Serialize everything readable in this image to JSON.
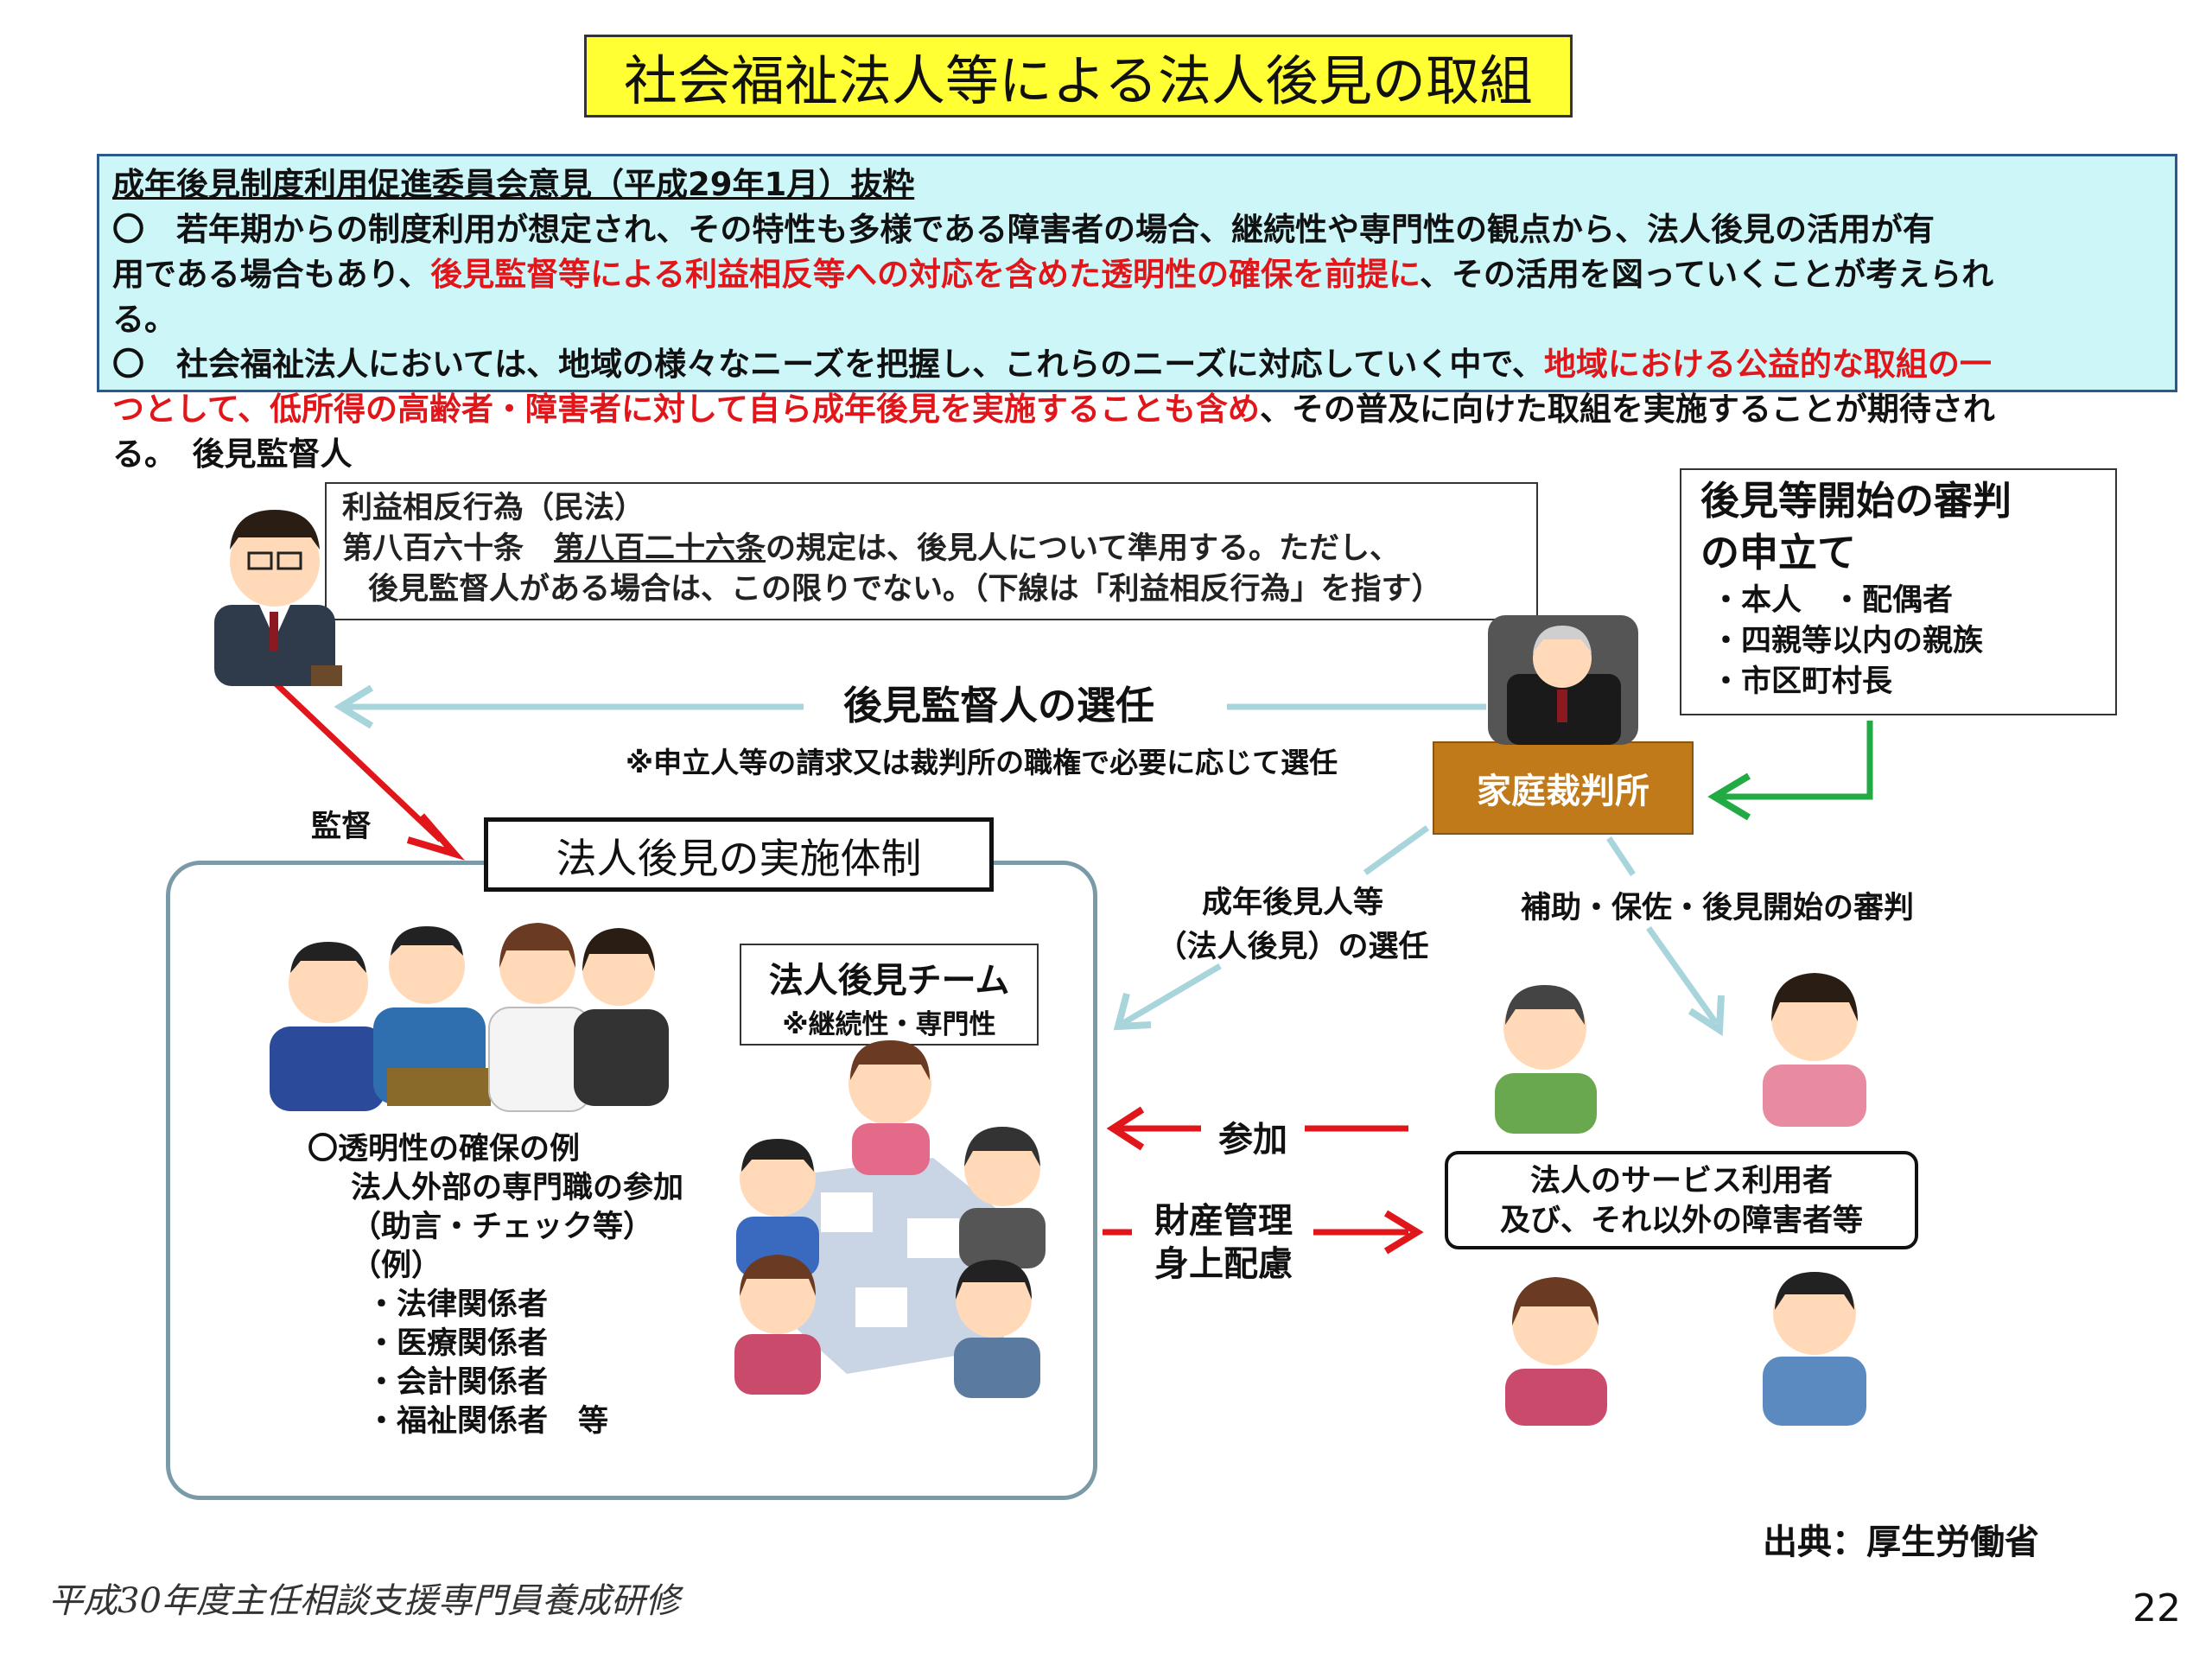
{
  "title": "社会福祉法人等による法人後見の取組",
  "opinion": {
    "heading": "成年後見制度利用促進委員会意見（平成29年1月）抜粋",
    "p1_a": "〇　若年期からの制度利用が想定され、その特性も多様である障害者の場合、継続性や専門性の観点から、法人後見の活用が有",
    "p1_b": "用である場合もあり、",
    "p1_red": "後見監督等による利益相反等への対応を含めた透明性の確保を前提に",
    "p1_c": "、その活用を図っていくことが考えられ",
    "p1_d": "る。",
    "p2_a": "〇　社会福祉法人においては、地域の様々なニーズを把握し、これらのニーズに対応していく中で、",
    "p2_red1": "地域における公益的な取組の一",
    "p2_red2": "つとして、低所得の高齢者・障害者に対して自ら成年後見を実施することも含め",
    "p2_b": "、その普及に向けた取組を実施することが期待され",
    "p2_c": "る。"
  },
  "supervisor_label": "後見監督人",
  "law": {
    "title": "利益相反行為（民法）",
    "line1_a": "第八百六十条　",
    "line1_u": "第八百二十六条",
    "line1_b": "の規定は、後見人について準用する。ただし、",
    "line2": "後見監督人がある場合は、この限りでない。（下線は「利益相反行為」を指す）"
  },
  "petition": {
    "title_1": "後見等開始の審判",
    "title_2": "の申立て",
    "items": [
      "・本人　・配偶者",
      "・四親等以内の親族",
      "・市区町村長"
    ]
  },
  "selection": {
    "label": "後見監督人の選任",
    "note": "※申立人等の請求又は裁判所の職権で必要に応じて選任"
  },
  "court": "家庭裁判所",
  "supervision": "監督",
  "system_title": "法人後見の実施体制",
  "guardian_selection": [
    "成年後見人等",
    "（法人後見）の選任"
  ],
  "judgment": "補助・保佐・後見開始の審判",
  "team": {
    "title": "法人後見チーム",
    "sub": "※継続性・専門性"
  },
  "participation": "参加",
  "management": [
    "財産管理",
    "身上配慮"
  ],
  "transparency": {
    "heading": "〇透明性の確保の例",
    "lines": [
      "法人外部の専門職の参加",
      "（助言・チェック等）",
      "（例）",
      "・法律関係者",
      "・医療関係者",
      "・会計関係者",
      "・福祉関係者　等"
    ]
  },
  "users": [
    "法人のサービス利用者",
    "及び、それ以外の障害者等"
  ],
  "source": "出典：厚生労働省",
  "footer": "平成30年度主任相談支援専門員養成研修",
  "page_number": "22",
  "colors": {
    "title_bg": "#ffff33",
    "opinion_bg": "#cdf6f9",
    "red": "#e0161a",
    "court": "#c07a1a",
    "green": "#22aa44",
    "light_blue": "#a8d4dc"
  }
}
